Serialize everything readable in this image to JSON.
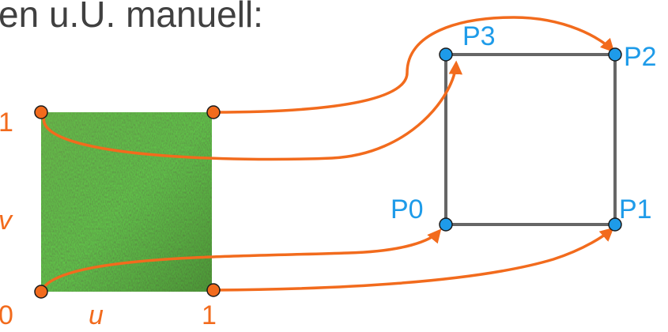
{
  "heading_fragment": "en u.U. manuell:",
  "texture": {
    "u_axis_label": "u",
    "v_axis_label": "v",
    "u_min_label": "0",
    "u_max_label": "1",
    "v_max_label": "1"
  },
  "quad": {
    "vertices": [
      {
        "label": "P0"
      },
      {
        "label": "P1"
      },
      {
        "label": "P2"
      },
      {
        "label": "P3"
      }
    ]
  },
  "colors": {
    "texture_corner": "#f26b1d",
    "arrow": "#f26b1d",
    "vertex": "#1e9be9",
    "vertex_label": "#1e9be9",
    "uv_label": "#f26b1d",
    "axis_label": "#f26b1d",
    "quad_edge": "#666666",
    "heading_text": "#404040"
  }
}
